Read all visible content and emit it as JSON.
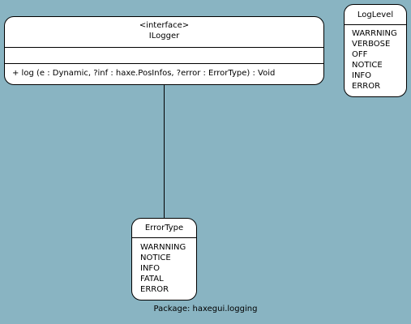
{
  "diagram": {
    "package_label": "Package: haxegui.logging",
    "classes": {
      "ilogger": {
        "stereotype": "<interface>",
        "name": "ILogger",
        "operations": [
          "+ log (e : Dynamic, ?inf : haxe.PosInfos, ?error : ErrorType) : Void"
        ]
      },
      "loglevel": {
        "name": "LogLevel",
        "values": [
          "WARRNING",
          "VERBOSE",
          "OFF",
          "NOTICE",
          "INFO",
          "ERROR"
        ]
      },
      "errortype": {
        "name": "ErrorType",
        "values": [
          "WARNNING",
          "NOTICE",
          "INFO",
          "FATAL",
          "ERROR"
        ]
      }
    }
  }
}
